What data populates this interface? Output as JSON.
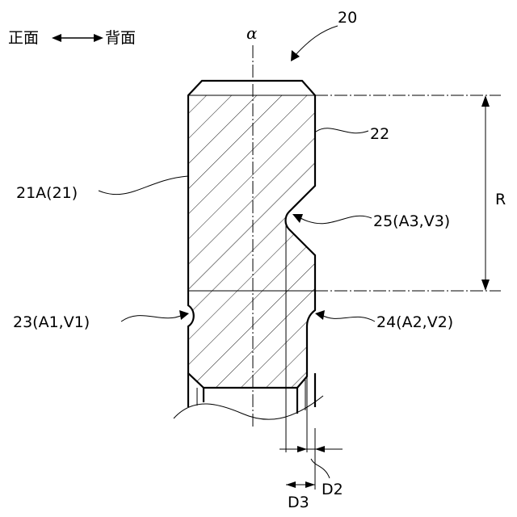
{
  "direction": {
    "left": "正面",
    "right": "背面"
  },
  "labels": {
    "axis": "α",
    "assembly": "20",
    "surface": "22",
    "part_21a": "21A(21)",
    "radius": "R",
    "recess_25": "25(A3,V3)",
    "recess_23": "23(A1,V1)",
    "recess_24": "24(A2,V2)",
    "depth_d2": "D2",
    "depth_d3": "D3"
  }
}
